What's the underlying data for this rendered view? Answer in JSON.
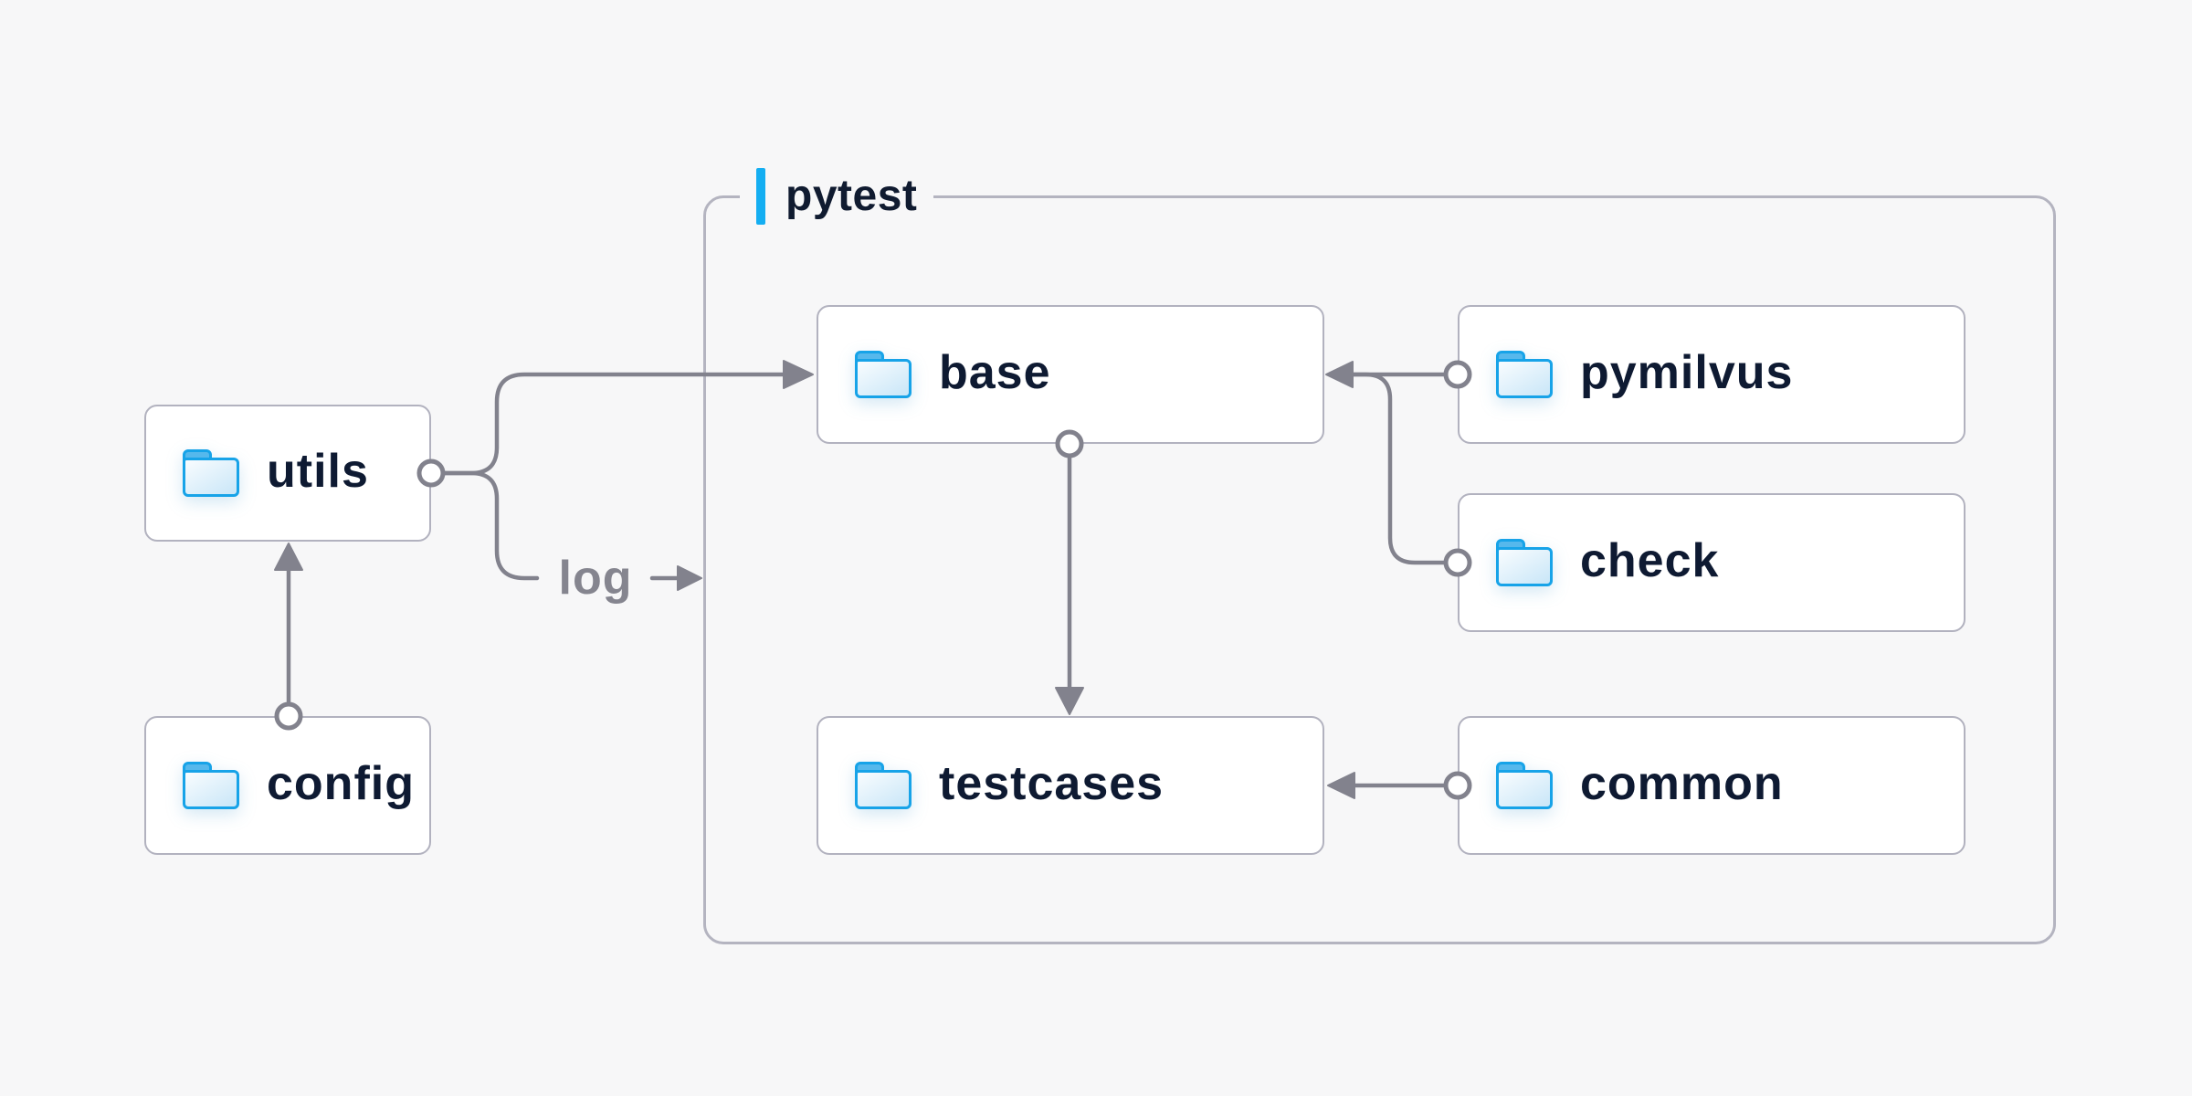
{
  "page": {
    "background": "#f7f7f8",
    "type": "module-dependency-diagram"
  },
  "palette": {
    "accent_blue": "#14aef2",
    "folder_blue": "#17a3e8",
    "folder_fill": "#cbe7f8",
    "wire_gray": "#82828d",
    "box_border": "#b2b2bf",
    "container_border": "#b4b4c0",
    "text_dark": "#0e1a32",
    "text_gray": "#85858f",
    "box_bg": "#ffffff"
  },
  "container": {
    "label": "pytest"
  },
  "nodes": [
    {
      "id": "utils",
      "label": "utils",
      "icon": "folder",
      "inside_container": false
    },
    {
      "id": "config",
      "label": "config",
      "icon": "folder",
      "inside_container": false
    },
    {
      "id": "base",
      "label": "base",
      "icon": "folder",
      "inside_container": true
    },
    {
      "id": "pymilvus",
      "label": "pymilvus",
      "icon": "folder",
      "inside_container": true
    },
    {
      "id": "check",
      "label": "check",
      "icon": "folder",
      "inside_container": true
    },
    {
      "id": "testcases",
      "label": "testcases",
      "icon": "folder",
      "inside_container": true
    },
    {
      "id": "common",
      "label": "common",
      "icon": "folder",
      "inside_container": true
    }
  ],
  "edges": [
    {
      "from": "config",
      "to": "utils",
      "label": ""
    },
    {
      "from": "utils",
      "to": "base",
      "label": ""
    },
    {
      "from": "utils",
      "to": "pytest-container",
      "label": "log"
    },
    {
      "from": "pymilvus",
      "to": "base",
      "label": ""
    },
    {
      "from": "check",
      "to": "base",
      "label": ""
    },
    {
      "from": "base",
      "to": "testcases",
      "label": ""
    },
    {
      "from": "common",
      "to": "testcases",
      "label": ""
    }
  ]
}
